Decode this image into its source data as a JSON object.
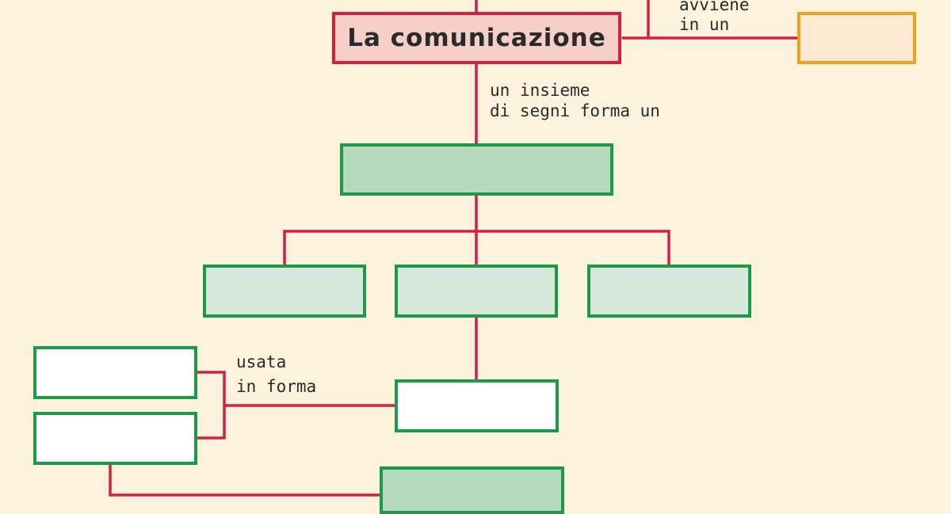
{
  "title": "La comunicazione",
  "labels": {
    "avviene_line1": "avviene",
    "avviene_line2": "in un",
    "insieme_line1": "un insieme",
    "insieme_line2": "di segni forma un",
    "usata_line1": "usata",
    "usata_line2": "in forma"
  },
  "colors": {
    "background": "#fdf3dc",
    "connector": "#d31f45",
    "title_border": "#d31f45",
    "title_fill": "#f6d0c8",
    "box_border_green": "#1b9a49",
    "box_fill_dark_green": "#b5d9bc",
    "box_fill_light_green": "#d6e8d9",
    "box_fill_white": "#ffffff",
    "box_border_orange": "#f2a21a",
    "box_fill_orange": "#fde9d4"
  }
}
